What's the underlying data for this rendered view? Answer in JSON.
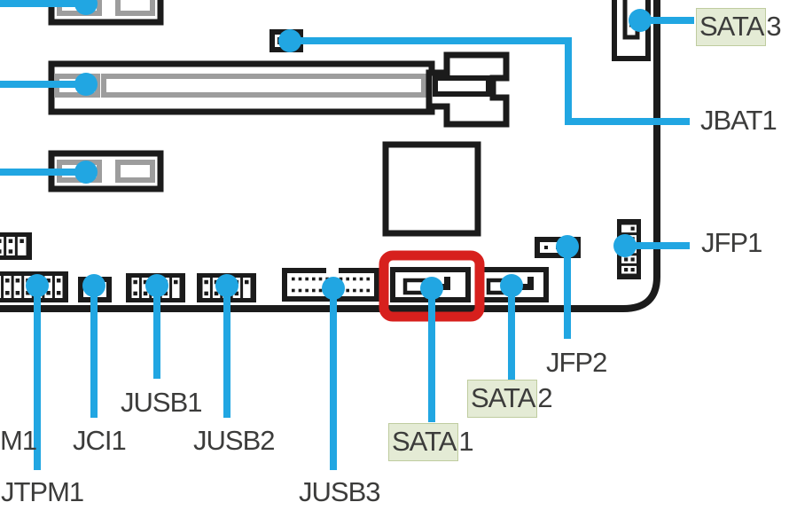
{
  "diagram": {
    "type": "motherboard connector location diagram",
    "highlighted_connector": "SATA1"
  },
  "colors": {
    "callout": "#21a6e2",
    "highlight_box": "#d7201d",
    "label_highlight_bg": "#e4ebd5",
    "drawing_line": "#1b1b1b"
  },
  "labels": {
    "sata3": {
      "highlight": "SATA",
      "rest": "3"
    },
    "jbat1": "JBAT1",
    "jfp1": "JFP1",
    "jfp2": "JFP2",
    "sata2": {
      "highlight": "SATA",
      "rest": "2"
    },
    "sata1": {
      "highlight": "SATA",
      "rest": "1"
    },
    "jusb1": "JUSB1",
    "jci1": "JCI1",
    "jusb2": "JUSB2",
    "jusb3": "JUSB3",
    "jtpm1": "JTPM1",
    "m1_partial": "M1"
  }
}
